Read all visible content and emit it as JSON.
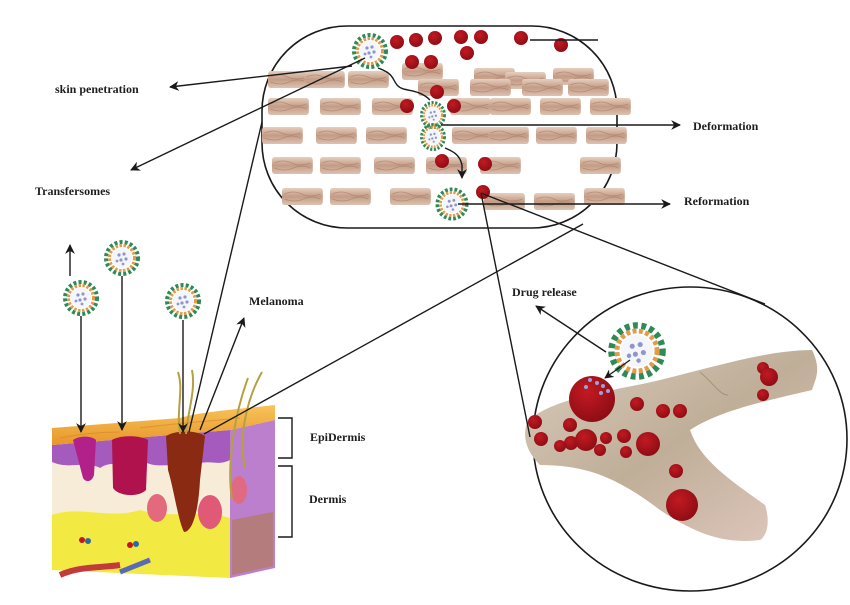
{
  "diagram": {
    "title": "Transfersome skin penetration and drug release in melanoma",
    "labels": {
      "skin_penetration": "skin penetration",
      "transfersomes": "Transfersomes",
      "deformation": "Deformation",
      "reformation": "Reformation",
      "melanoma": "Melanoma",
      "drug_release": "Drug release",
      "epidermis": "EpiDermis",
      "dermis": "Dermis"
    },
    "panels": [
      {
        "name": "stratum-corneum-zoom",
        "description": "Brick-like corneocytes with a transfersome squeezing through the intercellular gap"
      },
      {
        "name": "blood-vessel-zoom",
        "description": "Blood vessel with red melanoma cells receiving drug cargo from a transfersome"
      },
      {
        "name": "skin-cross-section",
        "description": "Skin block showing epidermis and dermis with melanoma lesion"
      }
    ],
    "colors": {
      "vesicle_outer": "#2e8b57",
      "vesicle_inner": "#e39a4a",
      "vesicle_core": "#f4f6fb",
      "drug_dot": "#8f97c8",
      "tumor_cell": "#a0111a",
      "corneocyte": "#c8a48e",
      "vessel": "#c9b7a3",
      "epidermis": "#f0a93a",
      "dermis_purple": "#a45bbd",
      "dermis_yellow": "#f2ea42",
      "line": "#1a1a1a"
    }
  }
}
